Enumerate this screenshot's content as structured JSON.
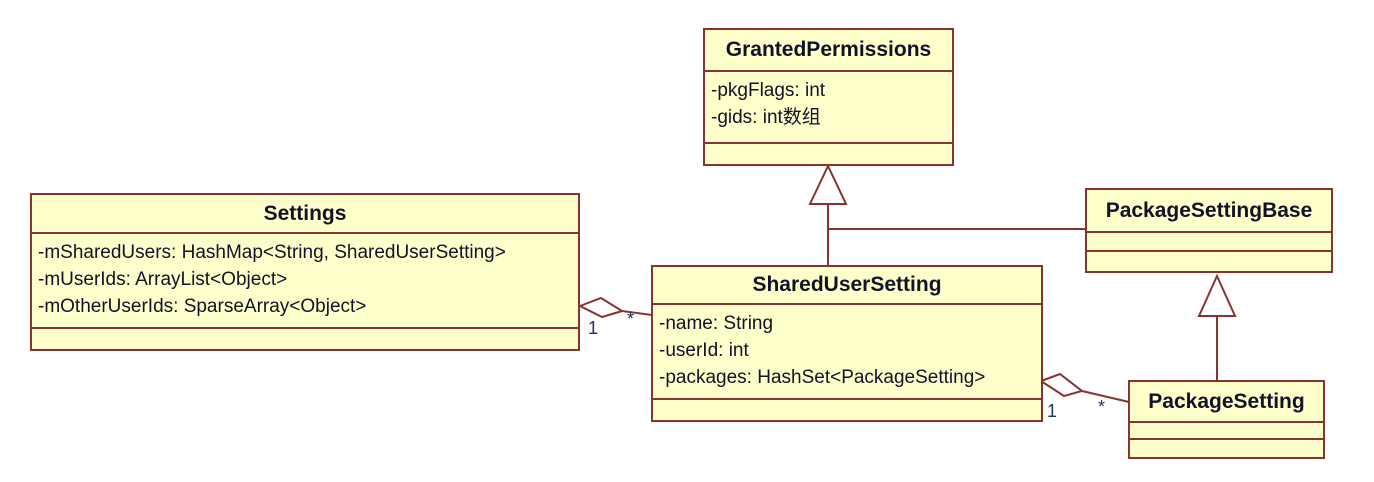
{
  "diagram": {
    "type": "uml-class-diagram",
    "colors": {
      "node_fill": "#ffffcc",
      "node_border": "#883232",
      "text": "#121226",
      "multiplicity": "#23306b",
      "background": "#ffffff"
    },
    "classes": {
      "granted_permissions": {
        "name": "GrantedPermissions",
        "attributes": [
          "-pkgFlags: int",
          "-gids: int数组"
        ],
        "methods": []
      },
      "settings": {
        "name": "Settings",
        "attributes": [
          "-mSharedUsers: HashMap<String, SharedUserSetting>",
          "-mUserIds: ArrayList<Object>",
          "-mOtherUserIds: SparseArray<Object>"
        ],
        "methods": []
      },
      "shared_user_setting": {
        "name": "SharedUserSetting",
        "attributes": [
          "-name: String",
          "-userId: int",
          "-packages: HashSet<PackageSetting>"
        ],
        "methods": []
      },
      "package_setting_base": {
        "name": "PackageSettingBase",
        "attributes": [],
        "methods": []
      },
      "package_setting": {
        "name": "PackageSetting",
        "attributes": [],
        "methods": []
      }
    },
    "relationships": {
      "shared_user_extends_granted": {
        "type": "generalization",
        "from": "SharedUserSetting",
        "to": "GrantedPermissions"
      },
      "package_base_extends_granted": {
        "type": "generalization",
        "from": "PackageSettingBase",
        "to": "GrantedPermissions"
      },
      "package_setting_extends_base": {
        "type": "generalization",
        "from": "PackageSetting",
        "to": "PackageSettingBase"
      },
      "settings_aggregates_shared_user": {
        "type": "aggregation",
        "whole": "Settings",
        "part": "SharedUserSetting",
        "whole_multiplicity": "1",
        "part_multiplicity": "*"
      },
      "shared_user_aggregates_package": {
        "type": "aggregation",
        "whole": "SharedUserSetting",
        "part": "PackageSetting",
        "whole_multiplicity": "1",
        "part_multiplicity": "*"
      }
    }
  }
}
